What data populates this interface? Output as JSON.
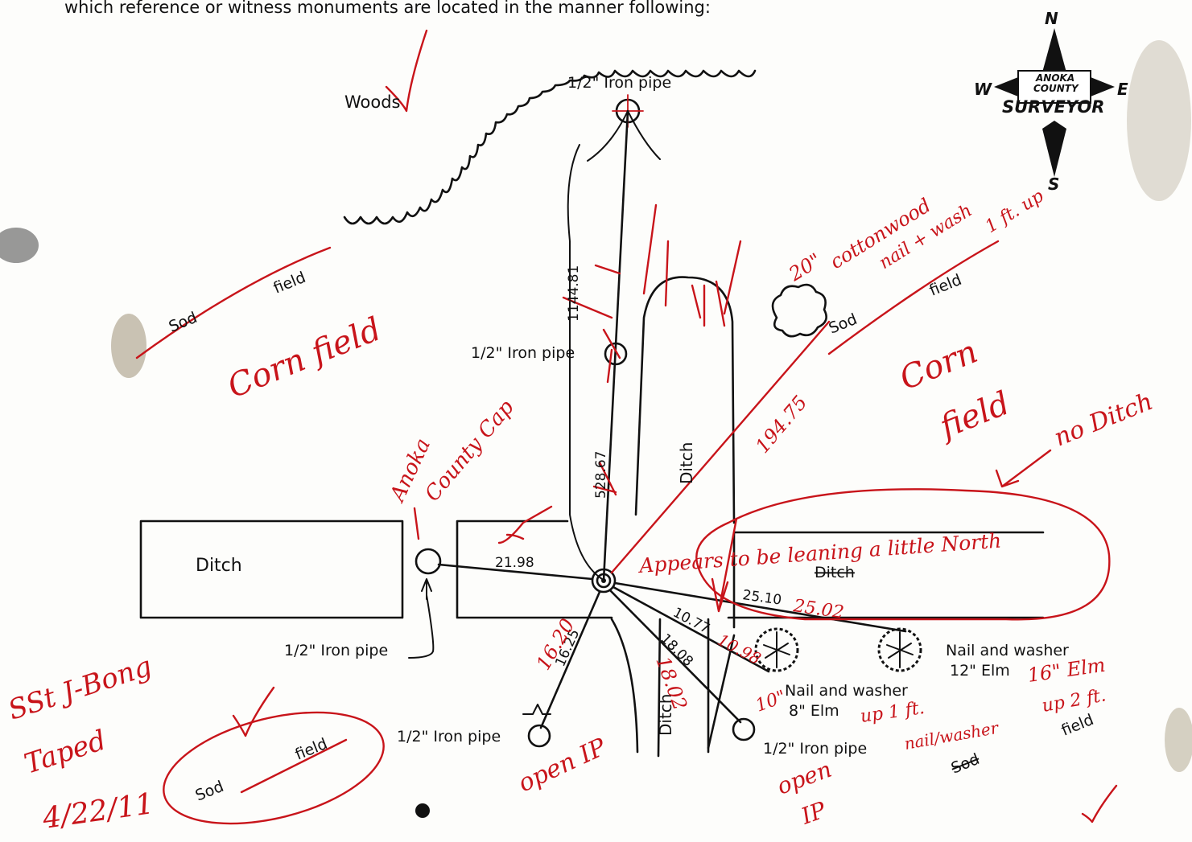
{
  "header_text": "which reference or witness monuments are located in the manner following:",
  "compass": {
    "north": "N",
    "south": "S",
    "east": "E",
    "west": "W",
    "logo_line1": "ANOKA",
    "logo_line2": "COUNTY",
    "logo_line3": "SURVEYOR"
  },
  "printed": {
    "woods": "Woods",
    "iron_pipe_top": "1/2\" Iron pipe",
    "iron_pipe_mid": "1/2\" Iron pipe",
    "iron_pipe_west": "1/2\" Iron pipe",
    "iron_pipe_sw": "1/2\" Iron pipe",
    "iron_pipe_se": "1/2\" Iron pipe",
    "ditch_west": "Ditch",
    "ditch_center": "Ditch",
    "ditch_south": "Ditch",
    "ditch_east": "Ditch",
    "sod_nw": "Sod",
    "field_nw": "field",
    "sod_ne": "Sod",
    "field_ne": "field",
    "sod_sw": "Sod",
    "field_sw": "field",
    "sod_se": "Sod",
    "field_se": "field",
    "nail_washer_1": "Nail and washer",
    "elm_1": "8\" Elm",
    "nail_washer_2": "Nail and washer",
    "elm_2": "12\" Elm",
    "dist_north_long": "1144.81",
    "dist_north": "528.67",
    "dist_west": "21.98",
    "dist_ne": "194.75",
    "dist_east": "25.10",
    "dist_elm1": "10.77",
    "dist_se": "18.08",
    "dist_sw": "16.25"
  },
  "handwritten": {
    "corn_field_nw": "Corn field",
    "corn_field_ne_1": "Corn",
    "corn_field_ne_2": "field",
    "no_ditch": "no Ditch",
    "cottonwood_1": "20\"",
    "cottonwood_2": "cottonwood",
    "nail_wash_up": "nail + wash",
    "one_ft_up": "1 ft. up",
    "anoka_cap_1": "Anoka",
    "anoka_cap_2": "County Cap",
    "leaning": "Appears to be leaning a little North",
    "dist_east_new": "25.02",
    "dist_elm1_new": "10.98",
    "dist_se_new": "18.02",
    "dist_sw_new": "16.20",
    "elm1_size": "10\"",
    "up_1ft": "up 1 ft.",
    "nail_washer_se": "nail/washer",
    "elm2_size": "16\" Elm",
    "up_2ft": "up 2 ft.",
    "open_ip_sw": "open IP",
    "open_ip_se_1": "open",
    "open_ip_se_2": "IP",
    "crew_1": "SSt J-Bong",
    "crew_2": "Taped",
    "date": "4/22/11"
  }
}
